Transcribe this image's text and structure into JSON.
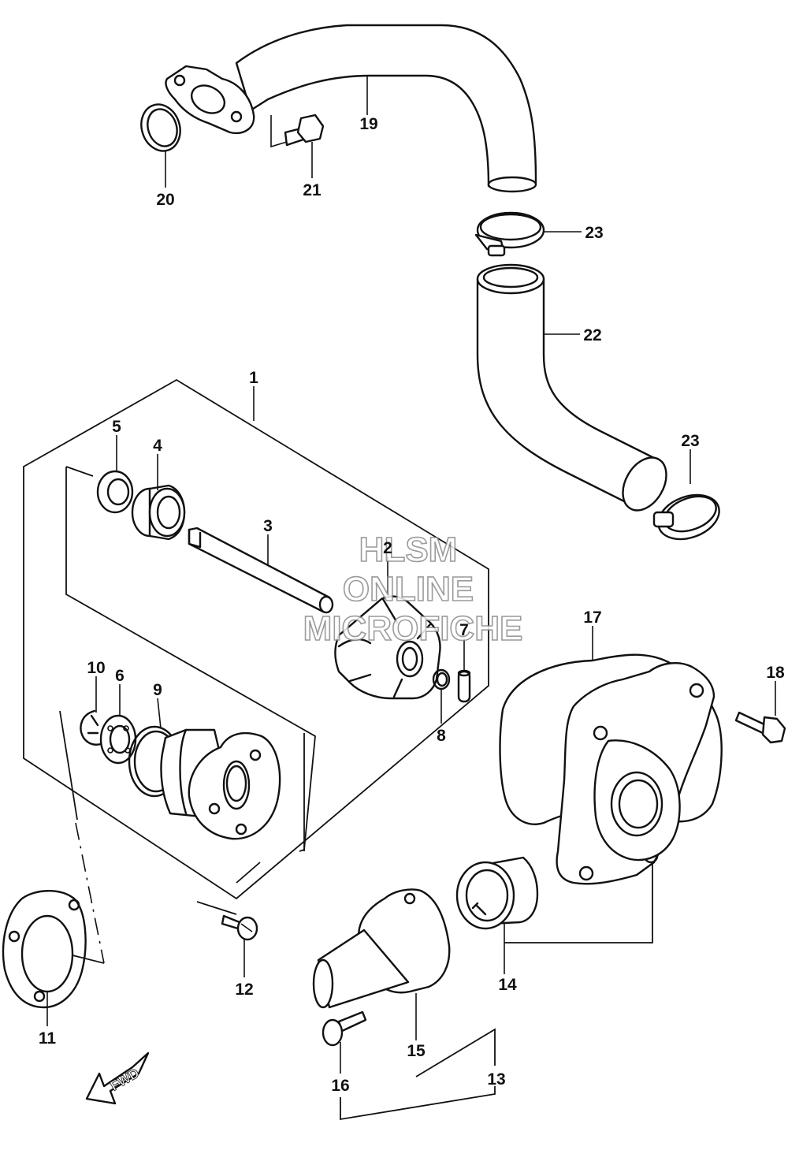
{
  "callouts": {
    "c1": "1",
    "c2": "2",
    "c3": "3",
    "c4": "4",
    "c5": "5",
    "c6": "6",
    "c7": "7",
    "c8": "8",
    "c9": "9",
    "c10": "10",
    "c11": "11",
    "c12": "12",
    "c13": "13",
    "c14": "14",
    "c15": "15",
    "c16": "16",
    "c17": "17",
    "c18": "18",
    "c19": "19",
    "c20": "20",
    "c21": "21",
    "c22": "22",
    "c23a": "23",
    "c23b": "23"
  },
  "watermark": {
    "line1": "HLSM",
    "line2": "ONLINE",
    "line3": "MICROFICHE"
  },
  "direction_arrow": {
    "label": "FWD"
  }
}
